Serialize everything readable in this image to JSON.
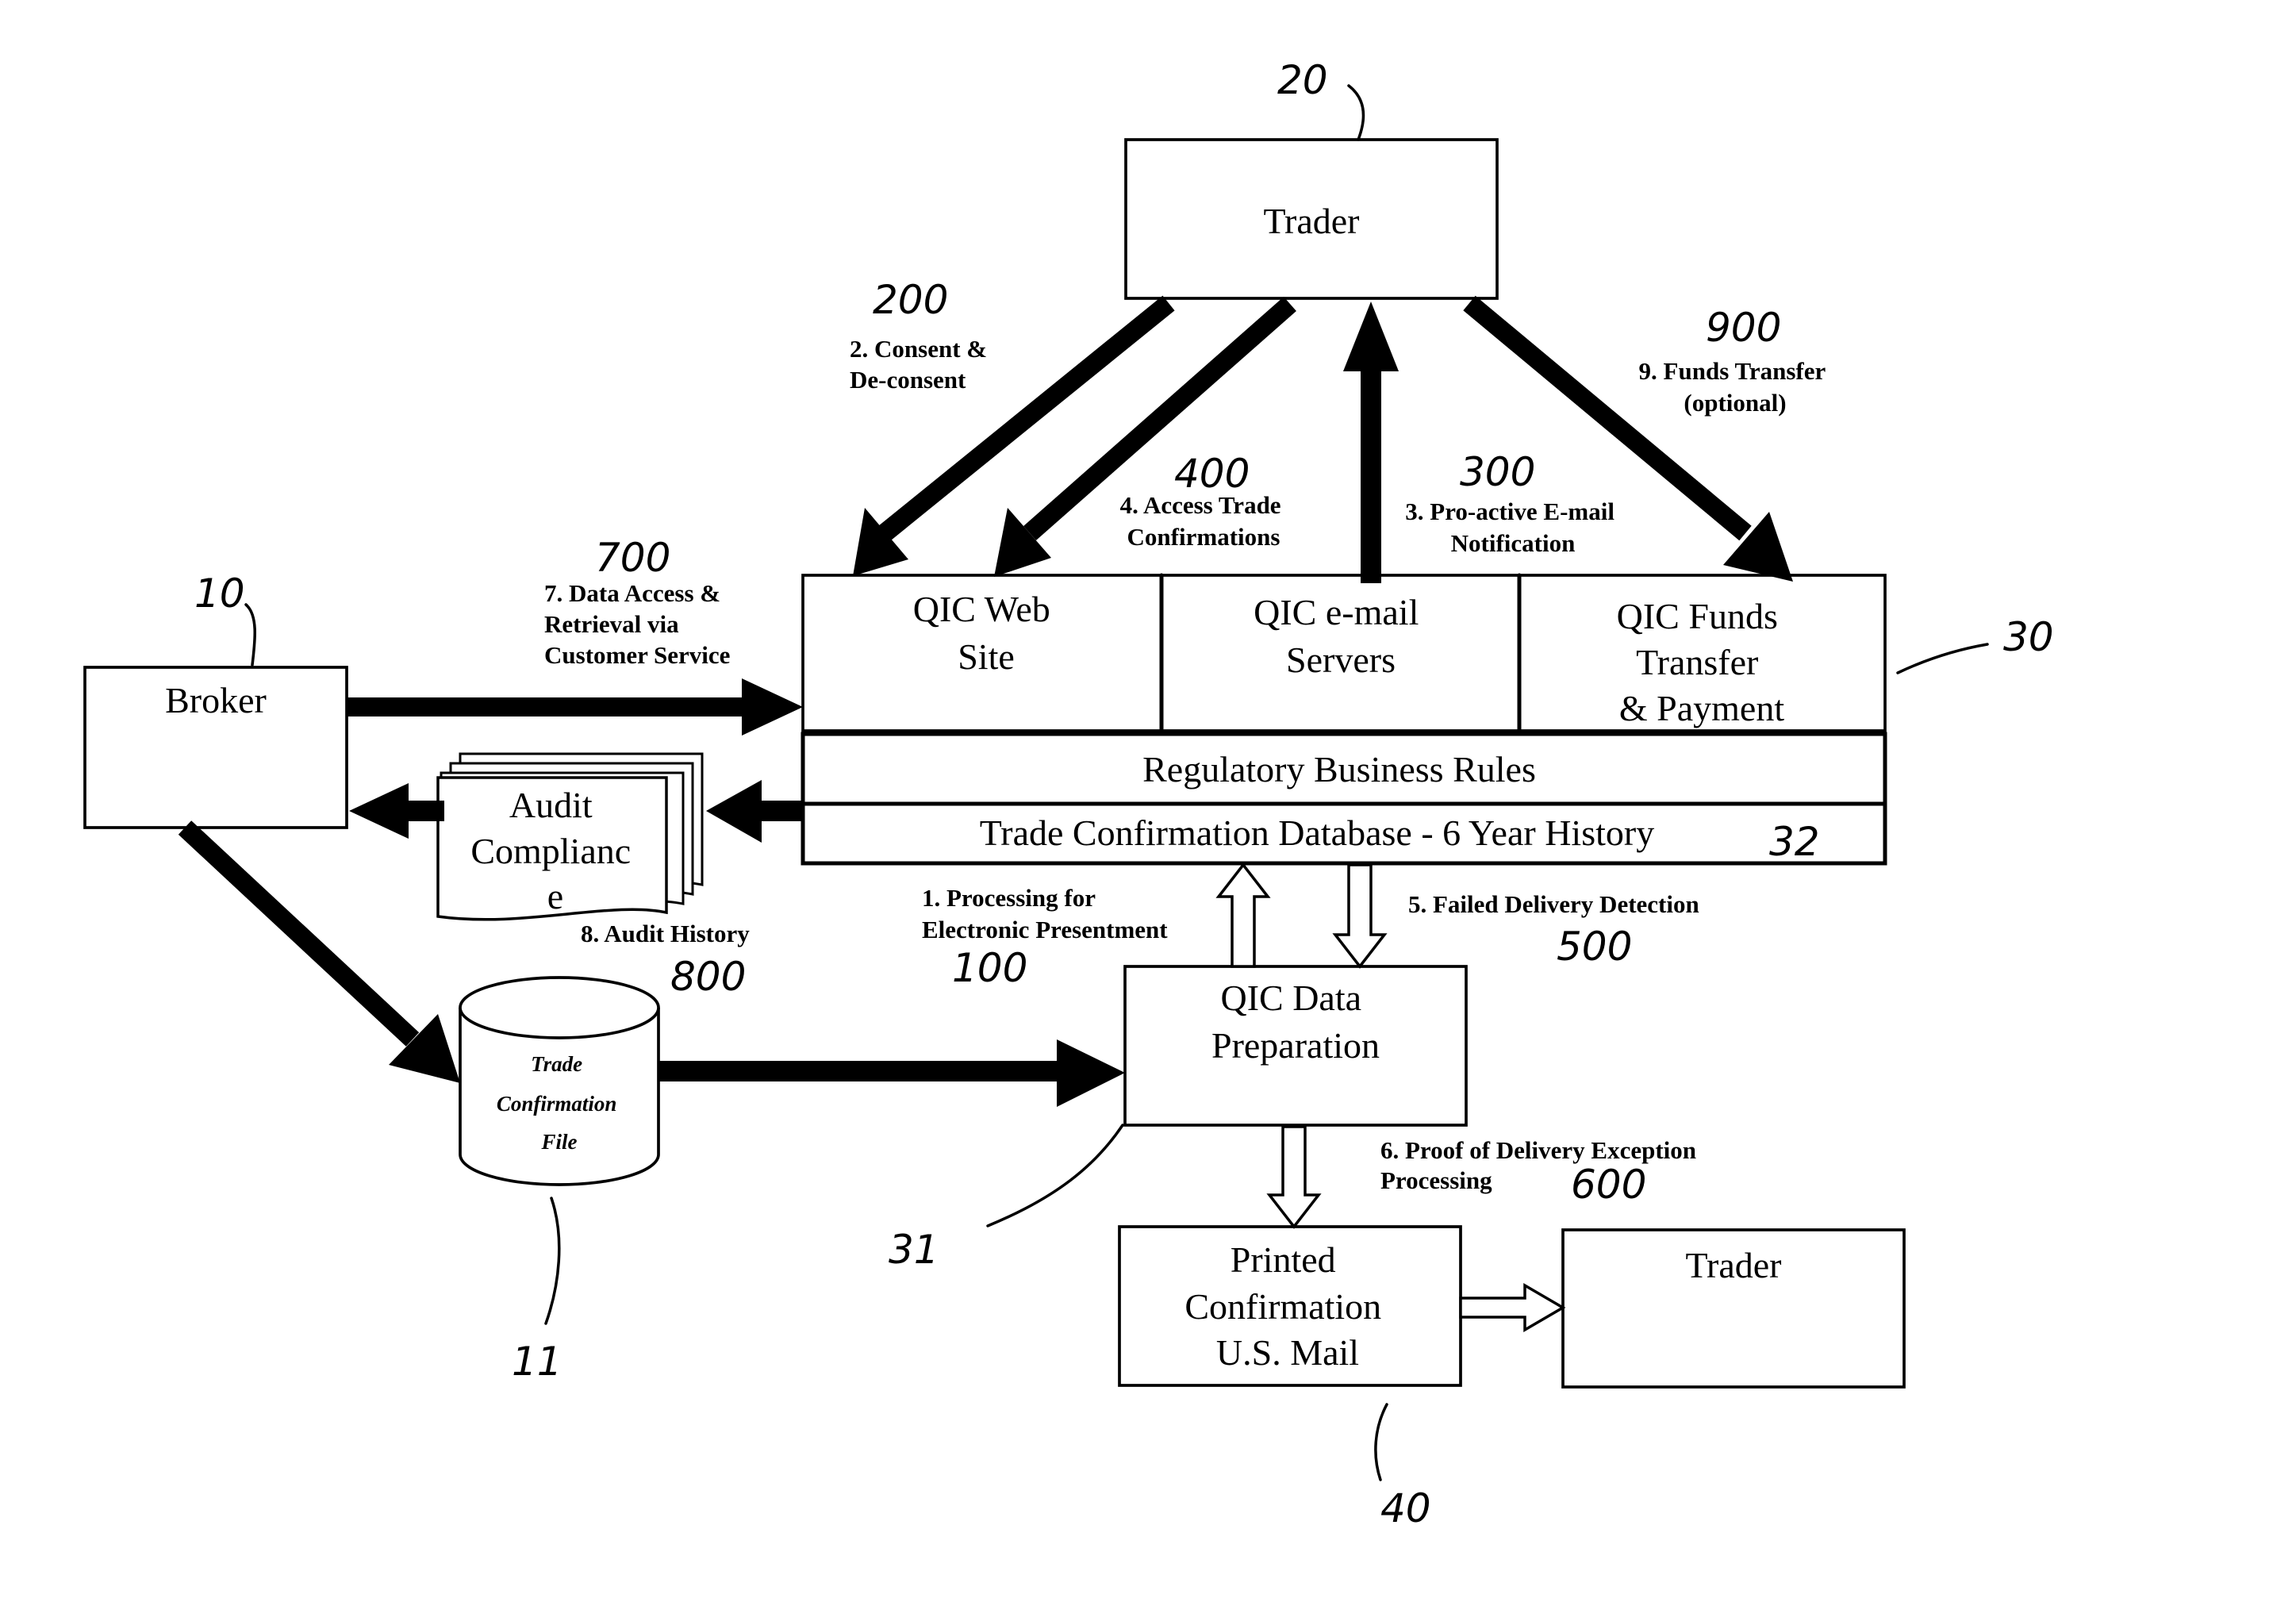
{
  "nodes": {
    "trader_top": "Trader",
    "broker": "Broker",
    "qic_web": [
      "QIC Web",
      "Site"
    ],
    "qic_email": [
      "QIC e-mail",
      "Servers"
    ],
    "qic_funds": [
      "QIC Funds",
      "Transfer",
      "& Payment"
    ],
    "reg_rules": "Regulatory Business Rules",
    "trade_db": "Trade Confirmation Database - 6 Year History",
    "audit": [
      "Audit",
      "Complianc",
      "e"
    ],
    "trade_file": [
      "Trade",
      "Confirmation",
      "File"
    ],
    "data_prep": [
      "QIC Data",
      "Preparation"
    ],
    "printed": [
      "Printed",
      "Confirmation",
      "U.S. Mail"
    ],
    "trader_bottom": "Trader"
  },
  "flows": {
    "f1": [
      "1. Processing for",
      "Electronic Presentment"
    ],
    "f2": [
      "2. Consent &",
      "De-consent"
    ],
    "f3": [
      "3. Pro-active E-mail",
      "Notification"
    ],
    "f4": [
      "4.  Access Trade",
      "Confirmations"
    ],
    "f5": "5. Failed Delivery Detection",
    "f6": [
      "6. Proof of Delivery Exception",
      "Processing"
    ],
    "f7": [
      "7. Data Access &",
      "Retrieval via",
      "Customer Service"
    ],
    "f8": "8. Audit History",
    "f9": [
      "9. Funds Transfer",
      "(optional)"
    ]
  },
  "refs": {
    "r10": "10",
    "r11": "11",
    "r20": "20",
    "r30": "30",
    "r31": "31",
    "r32": "32",
    "r40": "40",
    "r100": "100",
    "r200": "200",
    "r300": "300",
    "r400": "400",
    "r500": "500",
    "r600": "600",
    "r700": "700",
    "r800": "800",
    "r900": "900"
  }
}
